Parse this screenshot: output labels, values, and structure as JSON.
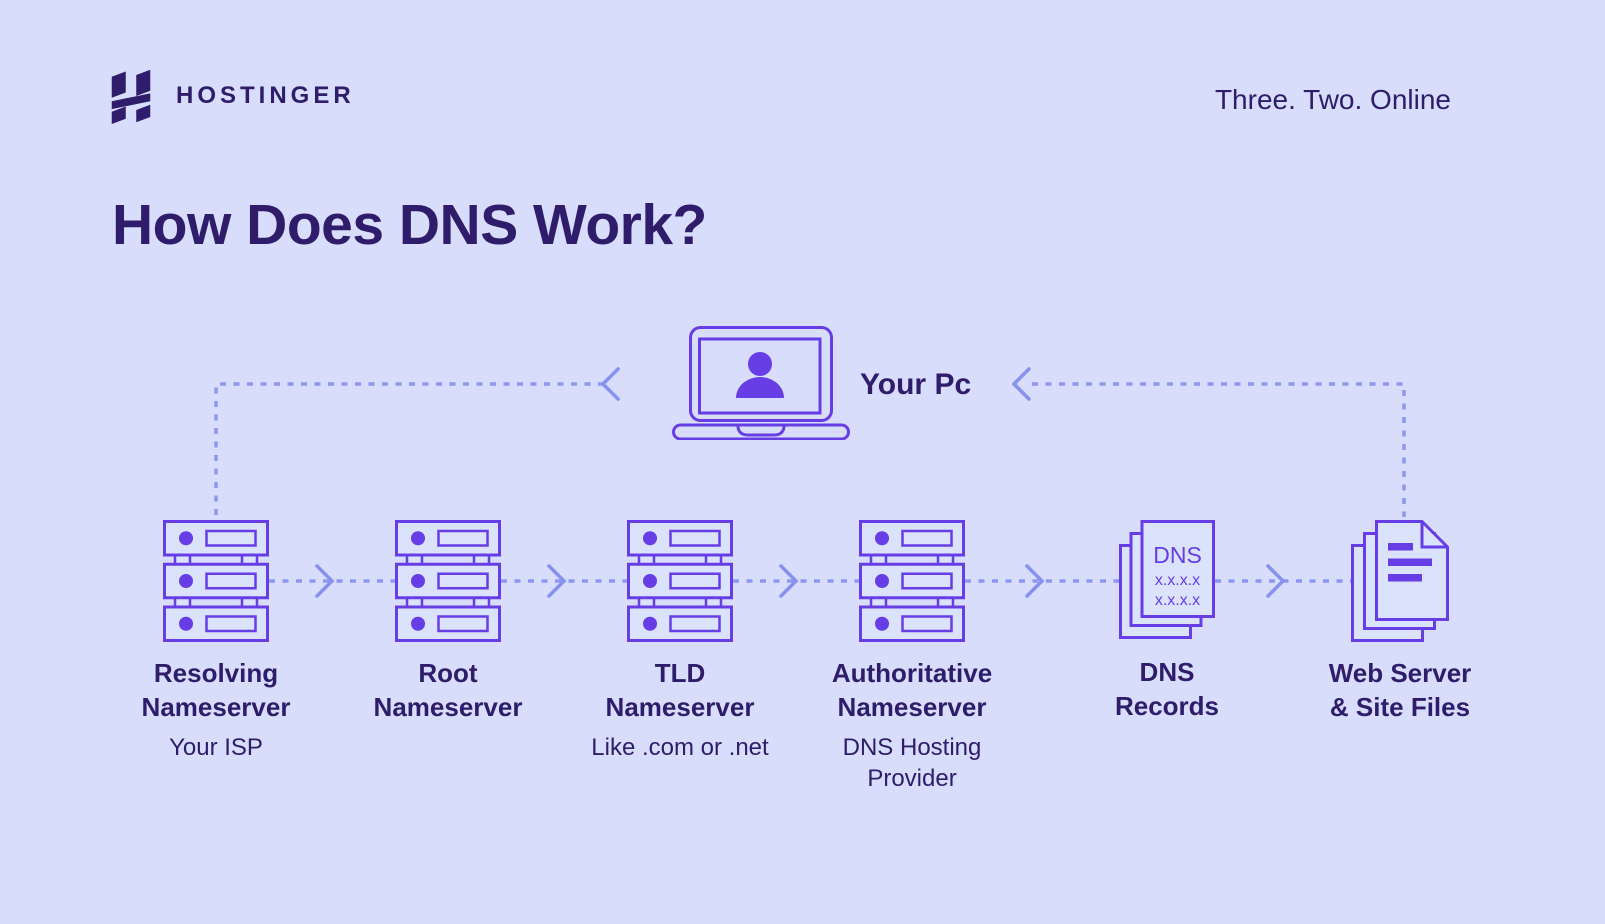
{
  "colors": {
    "background": "#d7ddfa",
    "accent": "#673de6",
    "dark_text": "#2f1c6a",
    "dotted_line": "#8c98f0",
    "icon_fill": "#dbe2fc"
  },
  "header": {
    "brand": "HOSTINGER",
    "tagline": "Three. Two. Online"
  },
  "title": "How Does DNS Work?",
  "client": {
    "label": "Your Pc",
    "icon": "laptop-user-icon"
  },
  "nodes": [
    {
      "id": "resolving-nameserver",
      "icon": "server-icon",
      "label": "Resolving Nameserver",
      "sublabel": "Your ISP"
    },
    {
      "id": "root-nameserver",
      "icon": "server-icon",
      "label": "Root Nameserver"
    },
    {
      "id": "tld-nameserver",
      "icon": "server-icon",
      "label": "TLD Nameserver",
      "sublabel": "Like .com or .net"
    },
    {
      "id": "authoritative-nameserver",
      "icon": "server-icon",
      "label": "Authoritative Nameserver",
      "sublabel": "DNS Hosting Provider"
    },
    {
      "id": "dns-records",
      "icon": "dns-records-icon",
      "label": "DNS Records",
      "card": {
        "title": "DNS",
        "lines": [
          "x.x.x.x",
          "x.x.x.x"
        ]
      }
    },
    {
      "id": "web-server",
      "icon": "site-files-icon",
      "label": "Web Server & Site Files"
    }
  ]
}
